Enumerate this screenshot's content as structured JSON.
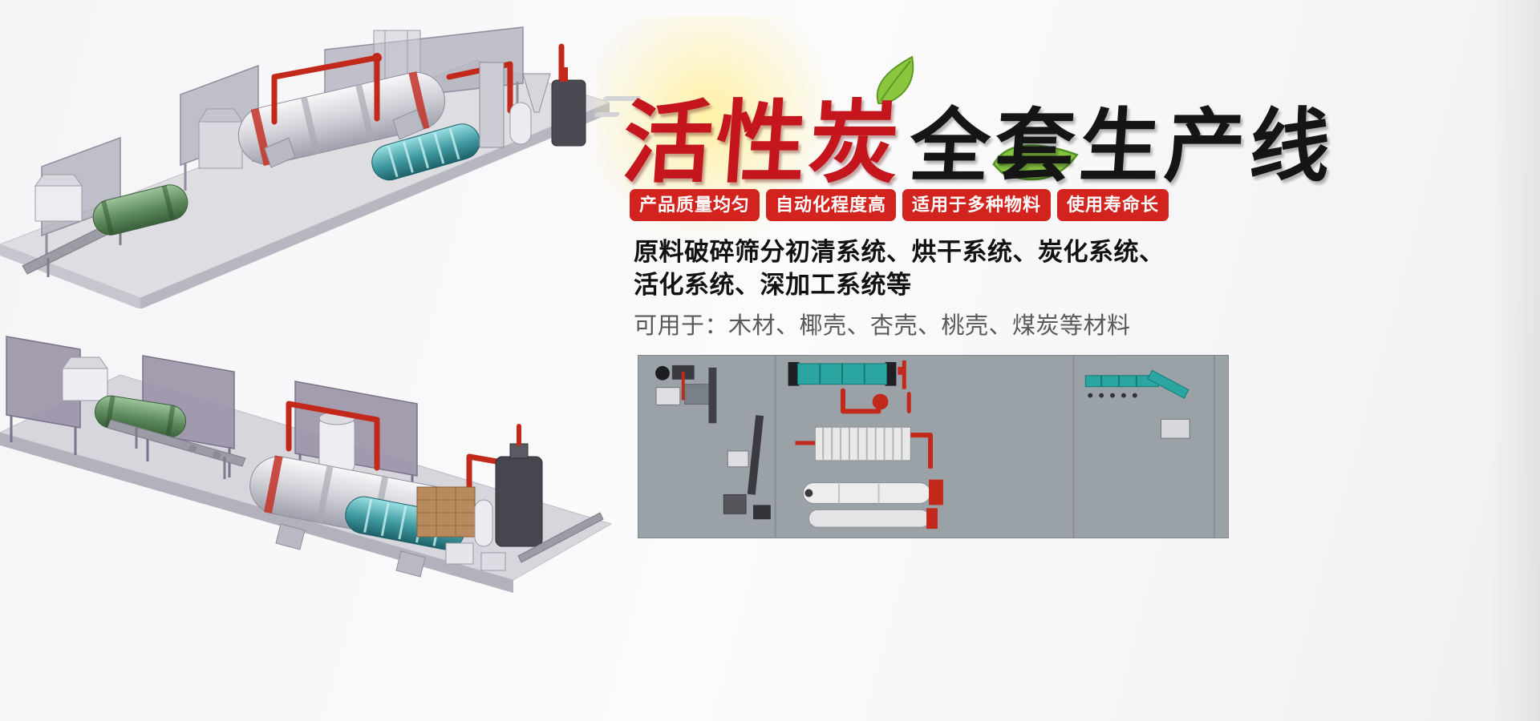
{
  "banner": {
    "title": {
      "red_text": "活性炭",
      "black_text": "全套生产线"
    },
    "badges": {
      "items": [
        {
          "label": "产品质量均匀"
        },
        {
          "label": "自动化程度高"
        },
        {
          "label": "适用于多种物料"
        },
        {
          "label": "使用寿命长"
        }
      ]
    },
    "description": {
      "line1": "原料破碎筛分初清系统、烘干系统、炭化系统、",
      "line2": "活化系统、深加工系统等",
      "materials": "可用于：木材、椰壳、杏壳、桃壳、煤炭等材料"
    },
    "colors": {
      "badge_red": "#d2231e",
      "title_red": "#c5161d",
      "title_black": "#151515",
      "leaf_green": "#86c440",
      "pipe_red": "#c3291b",
      "machine_teal": "#2a8f95",
      "panel_gray": "#9aa1a7"
    },
    "illustrations": {
      "top_left": "3d-production-line-render-upper",
      "bottom_left": "3d-production-line-render-lower",
      "panel": "production-line-layout-plan"
    }
  }
}
